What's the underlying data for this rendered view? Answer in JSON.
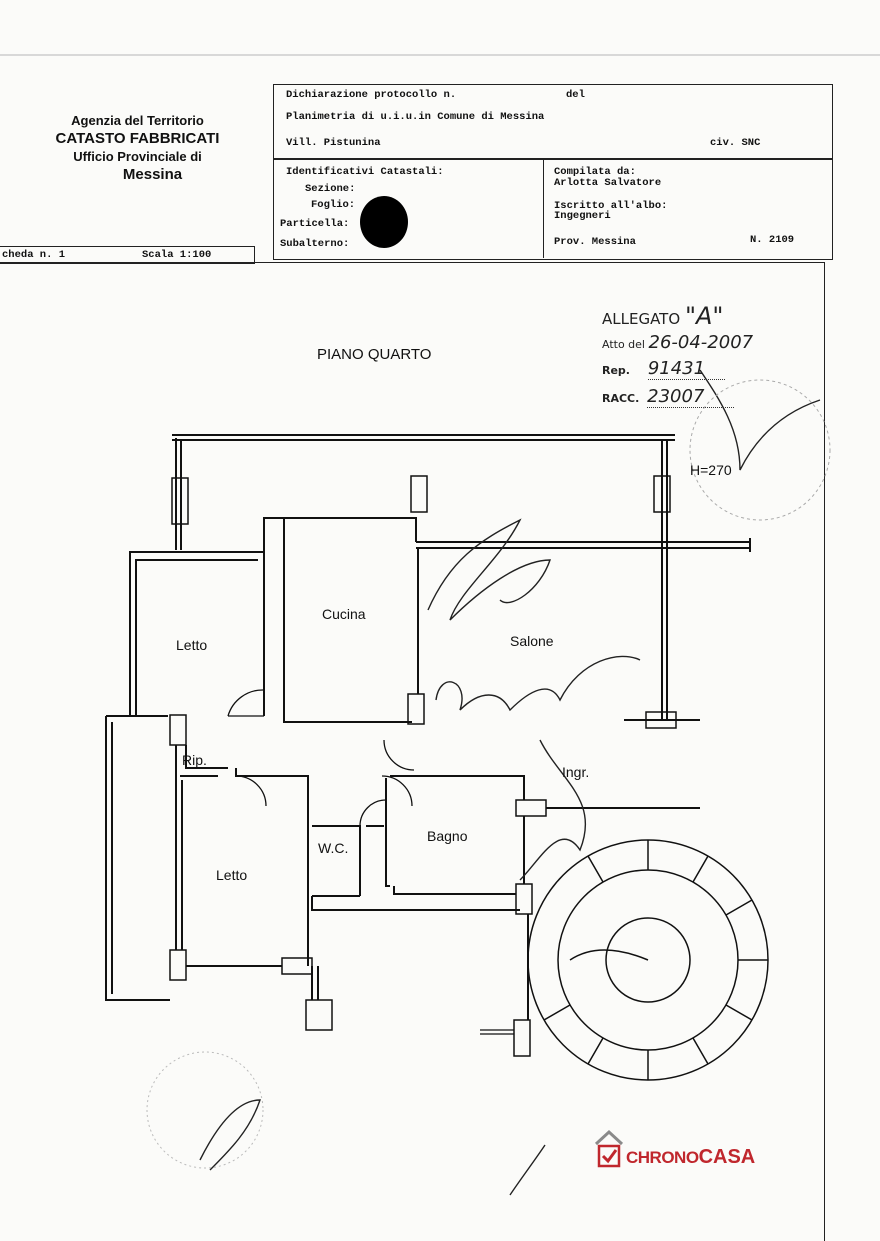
{
  "agency": {
    "line1": "Agenzia del Territorio",
    "line2": "CATASTO FABBRICATI",
    "line3": "Ufficio Provinciale di",
    "line4": "Messina"
  },
  "header": {
    "dichiarazione_label": "Dichiarazione protocollo n.",
    "del_label": "del",
    "planimetria": "Planimetria di u.i.u.in Comune di Messina",
    "address": "Vill. Pistunina",
    "civ": "civ. SNC",
    "ident_title": "Identificativi Catastali:",
    "sezione": "Sezione:",
    "foglio": "Foglio:",
    "particella": "Particella:",
    "subalterno": "Subalterno:",
    "compilata_label": "Compilata da:",
    "compilata_name": "Arlotta Salvatore",
    "iscritto_label": "Iscritto all'albo:",
    "iscritto_value": "Ingegneri",
    "prov": "Prov. Messina",
    "numero": "N.  2109"
  },
  "scheda": {
    "number": "cheda n. 1",
    "scale": "Scala 1:100"
  },
  "plan": {
    "floor": "PIANO QUARTO",
    "height": "H=270",
    "rooms": {
      "letto1": "Letto",
      "cucina": "Cucina",
      "salone": "Salone",
      "rip": "Rip.",
      "ingr": "Ingr.",
      "wc": "W.C.",
      "bagno": "Bagno",
      "letto2": "Letto"
    }
  },
  "stamp": {
    "allegato": "ALLEGATO",
    "allegato_letter": "\"A\"",
    "atto_label": "Atto del",
    "atto_date": "26-04-2007",
    "rep_label": "Rep.",
    "rep_value": "91431",
    "racc_label": "RACC.",
    "racc_value": "23007"
  },
  "logo": {
    "chrono": "CHRONO",
    "casa": "CASA",
    "brand_color": "#c0272d"
  }
}
